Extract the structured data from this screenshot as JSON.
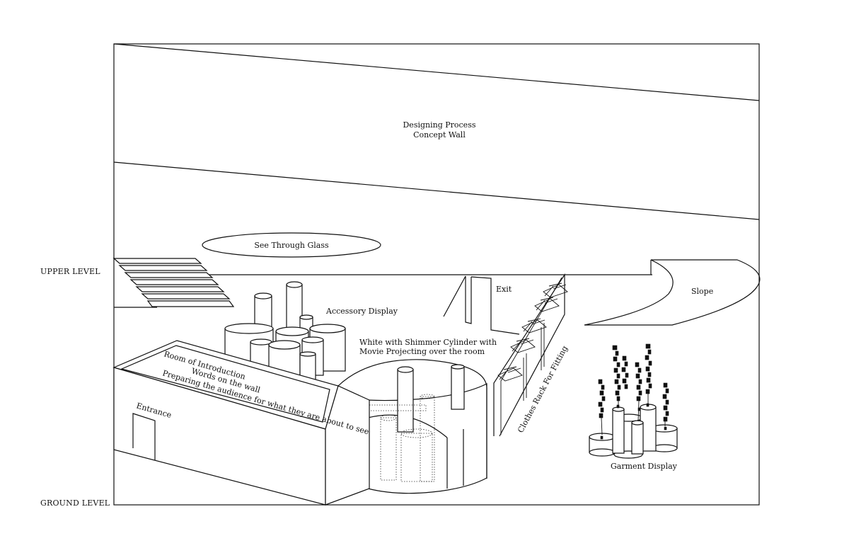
{
  "labels": {
    "concept_wall_line1": "Designing Process",
    "concept_wall_line2": "Concept Wall",
    "see_through_glass": "See Through Glass",
    "upper_level": "UPPER LEVEL",
    "ground_level": "GROUND LEVEL",
    "accessory_display": "Accessory Display",
    "exit": "Exit",
    "slope": "Slope",
    "cylinder_line1": "White with Shimmer Cylinder with",
    "cylinder_line2": "Movie Projecting over the room",
    "intro_line1": "Room of Introduction",
    "intro_line2": "Words on the wall",
    "intro_line3": "Preparing the audience for what they are about to see",
    "entrance": "Entrance",
    "clothes_rack": "Clothes Rack For Fitting",
    "garment_display": "Garment Display"
  }
}
